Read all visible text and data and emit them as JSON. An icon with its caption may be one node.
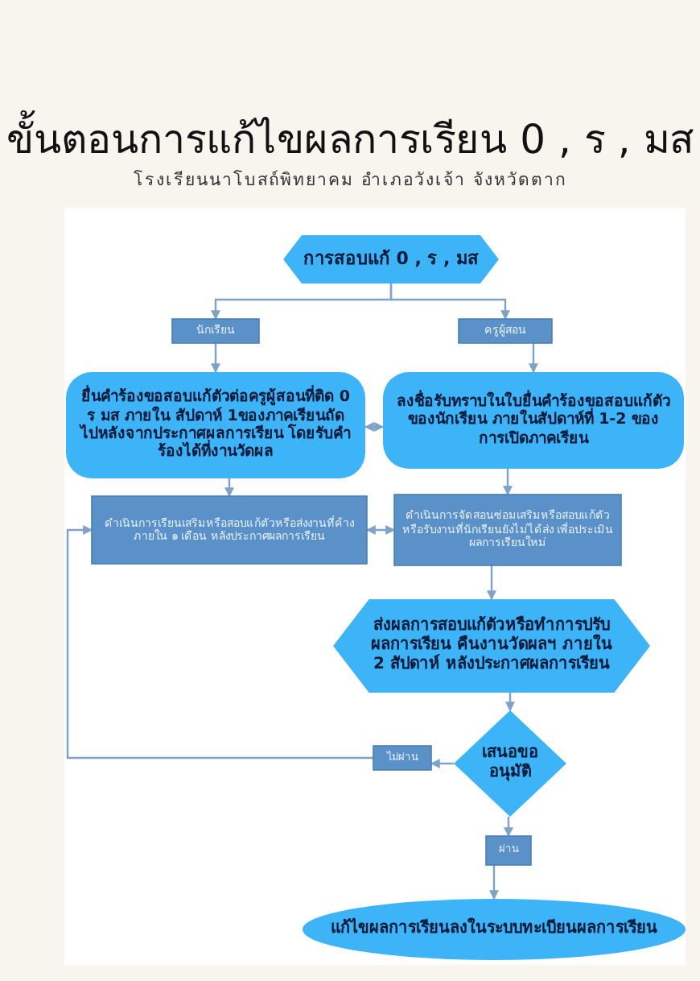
{
  "diagram": {
    "title": "ขั้นตอนการแก้ไขผลการเรียน 0 , ร , มส",
    "caption": "โรงเรียนนาโบสถ์พิทยาคม อำเภอวังเจ้า จังหวัดตาก",
    "nodes": [
      {
        "text": [
          "การสอบแก้ 0 , ร , มส"
        ]
      },
      {
        "text": [
          "นักเรียน"
        ]
      },
      {
        "text": [
          "ครูผู้สอน"
        ]
      },
      {
        "text": [
          "ยื่นคำร้องขอสอบแก้ตัวต่อครูผู้สอนที่ติด 0 ร มส ภายใน สัปดาห์ 1ของภาคเรียนถัดไปหลังจากประกาศผลการเรียน  โดยรับคำร้องได้ที่งานวัดผล"
        ]
      },
      {
        "text": [
          "ลงชื่อรับทราบในใบยื่นคำร้องขอสอบแก้ตัวของนักเรียน  ภายในสัปดาห์ที่ 1-2 ของการเปิดภาคเรียน"
        ]
      },
      {
        "text": [
          "ดำเนินการเรียนเสริมหรือสอบแก้ตัวหรือส่งงานที่ค้าง ภายใน ๑ เดือน หลังประกาศผลการเรียน"
        ]
      },
      {
        "text": [
          "ดำเนินการจัดสอนซ่อมเสริมหรือสอบแก้ตัว หรือรับงานที่นักเรียนยังไม่ได้ส่ง เพื่อประเมินผลการเรียนใหม่"
        ]
      },
      {
        "text": [
          "ส่งผลการสอบแก้ตัวหรือทำการปรับผลการเรียน คืนงานวัดผลฯ ภายใน 2 สัปดาห์ หลังประกาศผลการเรียน"
        ]
      },
      {
        "text": [
          "เสนอขออนุมัติ"
        ]
      },
      {
        "text": [
          "ไม่ผ่าน"
        ]
      },
      {
        "text": [
          "ผ่าน"
        ]
      },
      {
        "text": [
          "แก้ไขผลการเรียนลงในระบบทะเบียนผลการเรียน"
        ]
      }
    ],
    "edges": [
      {
        "from": 0,
        "to": 1,
        "arrow": "to"
      },
      {
        "from": 0,
        "to": 2,
        "arrow": "to"
      },
      {
        "from": 1,
        "to": 3,
        "arrow": "to"
      },
      {
        "from": 2,
        "to": 4,
        "arrow": "to"
      },
      {
        "from": 3,
        "to": 4,
        "arrow": "both"
      },
      {
        "from": 3,
        "to": 5,
        "arrow": "to"
      },
      {
        "from": 4,
        "to": 6,
        "arrow": "to"
      },
      {
        "from": 5,
        "to": 6,
        "arrow": "both"
      },
      {
        "from": 6,
        "to": 7,
        "arrow": "to"
      },
      {
        "from": 7,
        "to": 8,
        "arrow": "to"
      },
      {
        "from": 8,
        "to": 9,
        "arrow": "to"
      },
      {
        "from": 9,
        "to": 5,
        "arrow": "to"
      },
      {
        "from": 8,
        "to": 10,
        "arrow": "to"
      },
      {
        "from": 10,
        "to": 11,
        "arrow": "to"
      }
    ]
  }
}
